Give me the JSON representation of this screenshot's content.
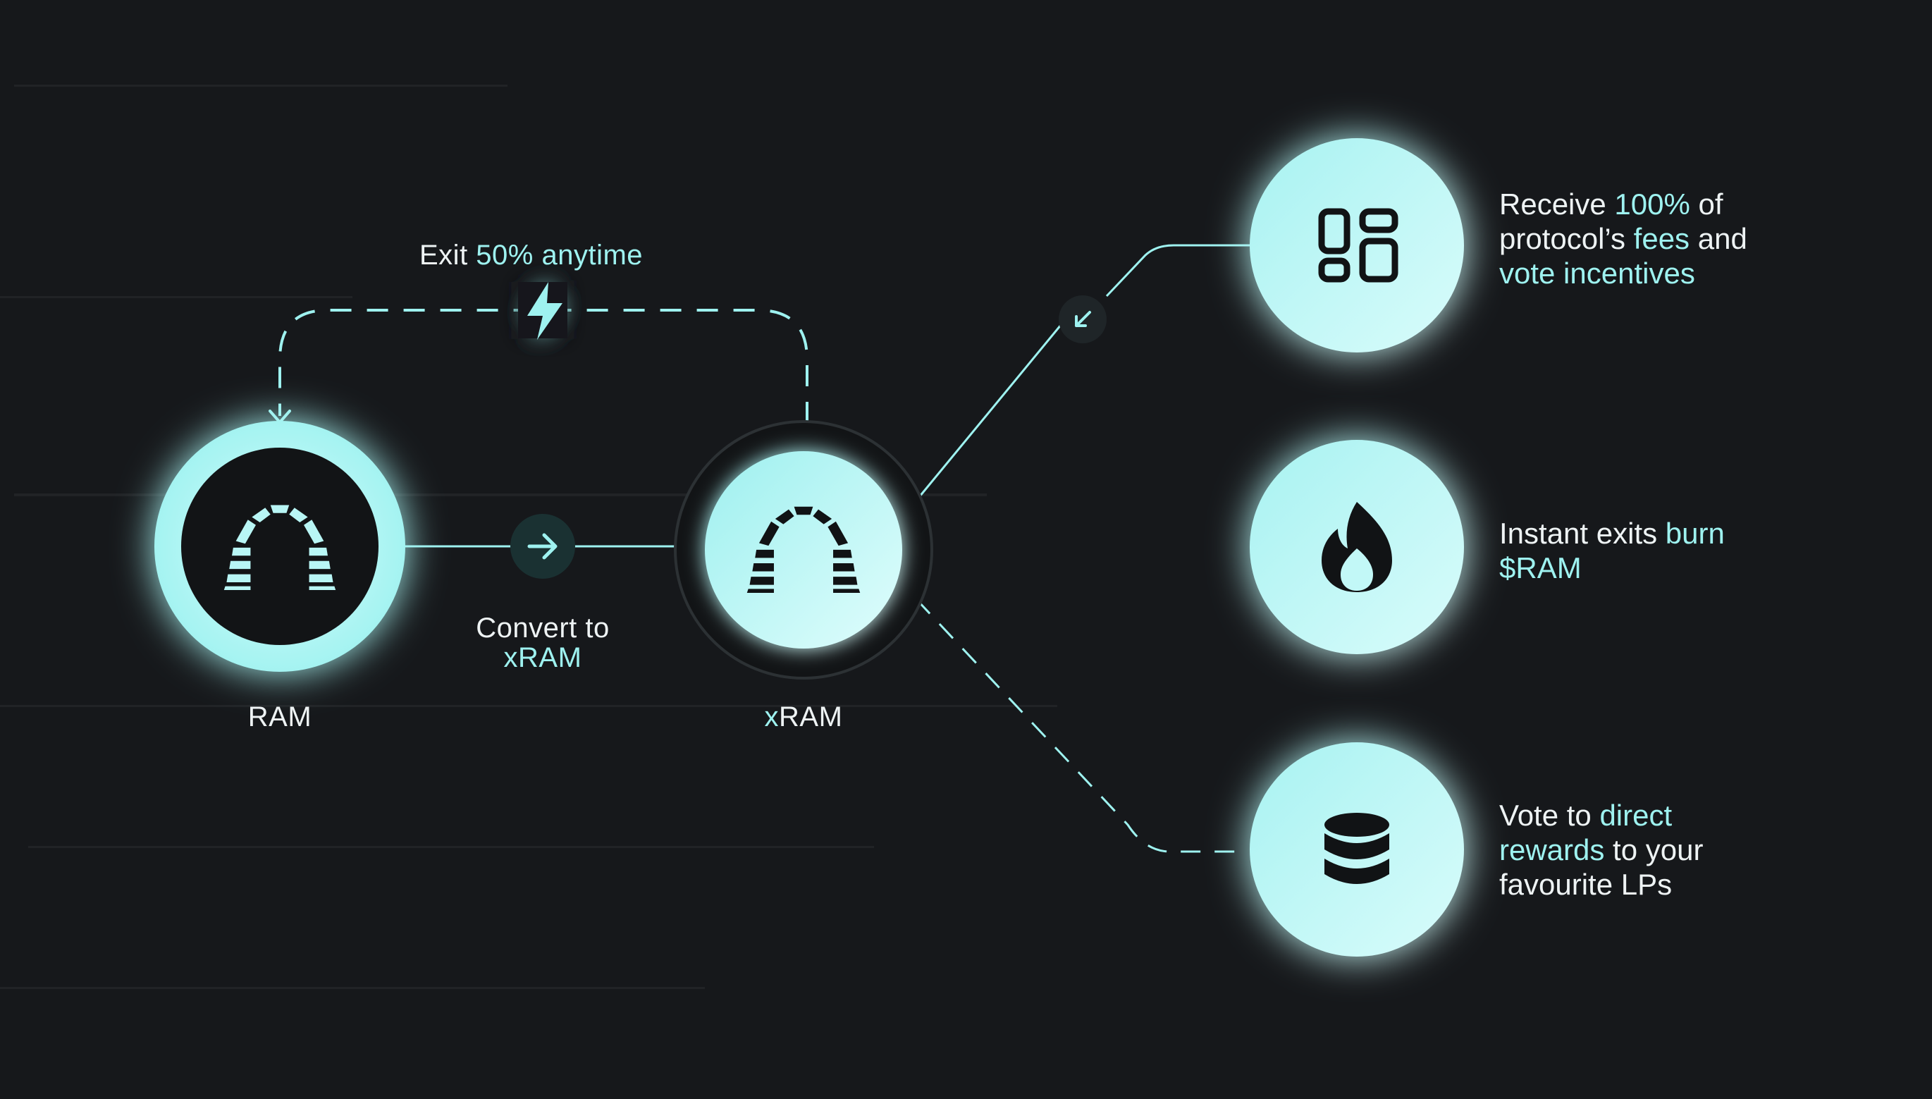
{
  "colors": {
    "background": "#16181b",
    "accent": "#9ef2f0",
    "accent_light": "#cdfcfb",
    "dark_circle": "#121416",
    "text": "#eef3f4"
  },
  "exit_label": {
    "prefix": "Exit ",
    "highlight": "50% anytime"
  },
  "convert_label": {
    "line1": "Convert to",
    "line2": "xRAM"
  },
  "nodes": {
    "ram": {
      "label": "RAM"
    },
    "xram": {
      "label_prefix": "x",
      "label_rest": "RAM"
    }
  },
  "benefits": [
    {
      "icon": "grid-icon",
      "line1_prefix": "Receive ",
      "line1_highlight": "100%",
      "line1_suffix": " of",
      "line2_prefix": "protocol’s ",
      "line2_highlight": "fees",
      "line2_suffix": " and",
      "line3_highlight": "vote incentives"
    },
    {
      "icon": "flame-icon",
      "line1_prefix": "Instant exits ",
      "line1_highlight": "burn",
      "line2_highlight": "$RAM"
    },
    {
      "icon": "database-icon",
      "line1_prefix": "Vote to ",
      "line1_highlight": "direct",
      "line2_highlight": "rewards",
      "line2_suffix": " to your",
      "line3_prefix": "favourite LPs"
    }
  ],
  "icons": {
    "lightning": "lightning-bolt-icon",
    "convert_arrow": "arrow-right-icon",
    "corner_arrow": "arrow-down-left-icon",
    "ram_logo": "arch-logo-icon"
  }
}
